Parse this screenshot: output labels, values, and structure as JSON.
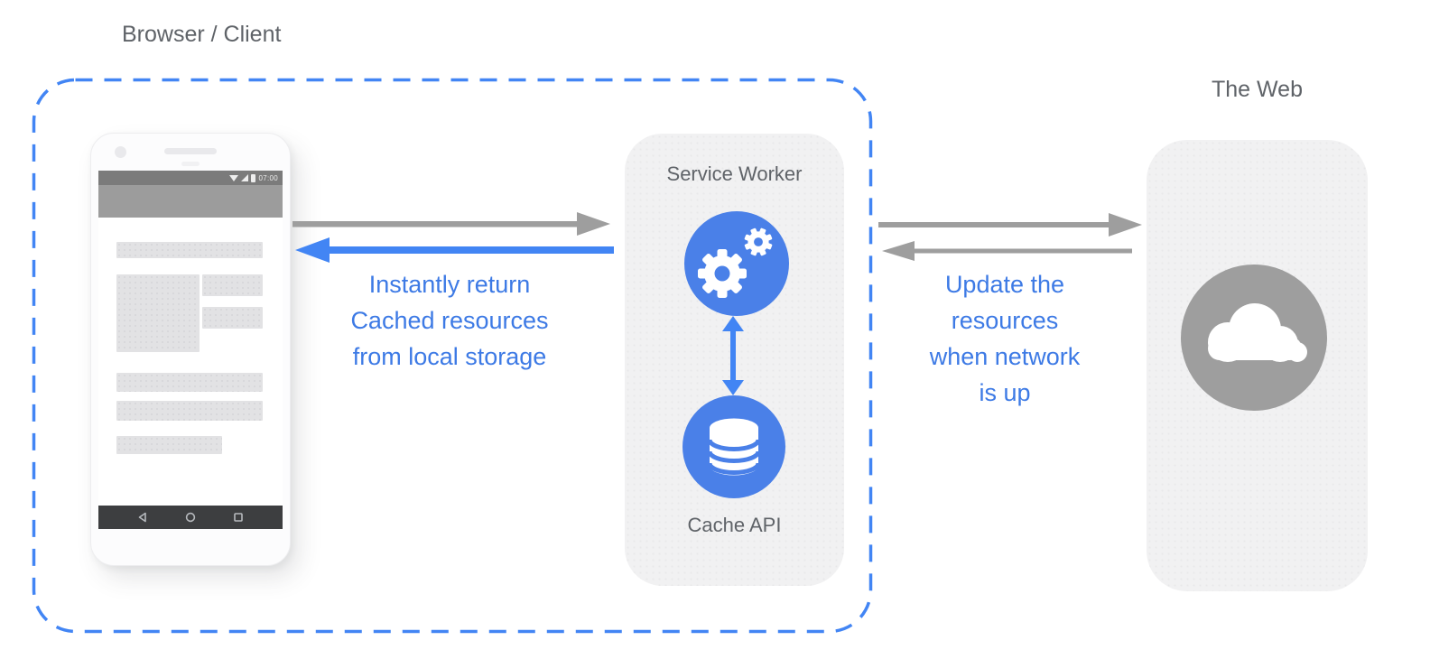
{
  "colors": {
    "accent_blue": "#4285f4",
    "caption_blue": "#3d7ae5",
    "icon_blue": "#4a80e8",
    "arrow_gray": "#9e9e9e",
    "icon_gray": "#9e9e9e",
    "panel_bg": "#f1f1f2",
    "heading_text": "#5f6368"
  },
  "browser_client": {
    "title": "Browser / Client",
    "phone": {
      "status_time": "07:00",
      "status_icons": [
        "wifi-icon",
        "signal-icon",
        "battery-icon"
      ],
      "nav_icons": [
        "back-icon",
        "home-icon",
        "recents-icon"
      ]
    }
  },
  "service_worker": {
    "title": "Service Worker",
    "cache_label": "Cache API",
    "icons": {
      "worker": "gears-icon",
      "cache": "database-icon"
    }
  },
  "web": {
    "title": "The Web",
    "icon": "cloud-icon"
  },
  "captions": {
    "left": {
      "lines": [
        "Instantly return",
        "Cached resources",
        "from local storage"
      ]
    },
    "right": {
      "lines": [
        "Update the",
        "resources",
        "when network",
        "is up"
      ]
    }
  },
  "flows": {
    "request_to_worker": {
      "direction": "right",
      "color": "gray"
    },
    "cached_response": {
      "direction": "left",
      "color": "blue"
    },
    "worker_cache_link": {
      "direction": "both",
      "color": "blue"
    },
    "request_to_network": {
      "direction": "right",
      "color": "gray"
    },
    "network_response": {
      "direction": "left",
      "color": "gray"
    }
  }
}
